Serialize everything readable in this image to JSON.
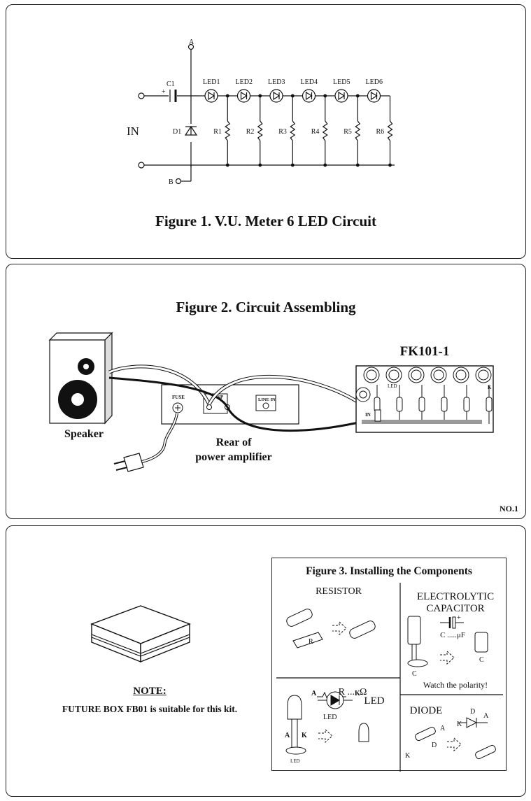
{
  "figure1": {
    "title": "Figure 1. V.U. Meter 6 LED Circuit",
    "point_a": "A",
    "point_b": "B",
    "input_label": "IN",
    "capacitor_label": "C1",
    "capacitor_polarity": "+",
    "diode_label": "D1",
    "leds": [
      "LED1",
      "LED2",
      "LED3",
      "LED4",
      "LED5",
      "LED6"
    ],
    "resistors": [
      "R1",
      "R2",
      "R3",
      "R4",
      "R5",
      "R6"
    ]
  },
  "figure2": {
    "title": "Figure 2. Circuit Assembling",
    "speaker_label": "Speaker",
    "amp_label_line1": "Rear of",
    "amp_label_line2": "power amplifier",
    "fuse_label": "FUSE",
    "sp_label": "SP",
    "line_in_label": "LINE IN",
    "board_label": "FK101-1",
    "board_led_label": "LED",
    "board_in_label": "IN",
    "board_k_label": "K",
    "page_number": "NO.1"
  },
  "note": {
    "title": "NOTE:",
    "text": "FUTURE BOX FB01 is suitable for this kit."
  },
  "figure3": {
    "title": "Figure 3. Installing the Components",
    "resistor_label": "RESISTOR",
    "resistor_value": "R .....Ω",
    "resistor_mark": "R",
    "capacitor_label_line1": "ELECTROLYTIC",
    "capacitor_label_line2": "CAPACITOR",
    "capacitor_value": "C .....μF",
    "capacitor_mark": "C",
    "capacitor_plus": "+",
    "polarity_note": "Watch the polarity!",
    "led_label": "LED",
    "led_symbol_label": "LED",
    "led_pcb_label": "LED",
    "anode": "A",
    "cathode": "K",
    "diode_label": "DIODE",
    "diode_d": "D",
    "diode_pcb_label": "D"
  }
}
